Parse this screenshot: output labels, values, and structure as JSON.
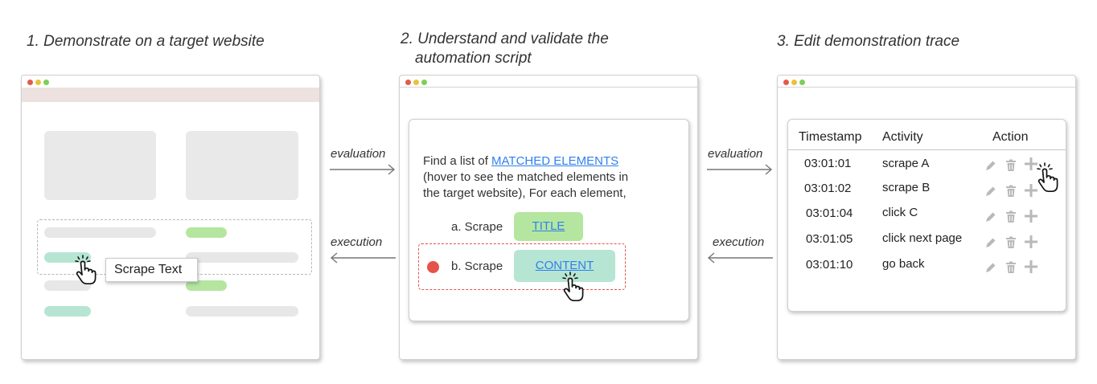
{
  "steps": {
    "step1": "1. Demonstrate on a target website",
    "step2_line1": "2. Understand and validate the",
    "step2_line2": "automation script",
    "step3": "3. Edit demonstration trace"
  },
  "arrows": {
    "evaluation": "evaluation",
    "execution": "execution"
  },
  "window_dots": [
    "#e25b4a",
    "#e8c33a",
    "#7dcf5a"
  ],
  "website": {
    "tooltip": "Scrape Text"
  },
  "script": {
    "intro_prefix": "Find a list of ",
    "intro_link": "MATCHED ELEMENTS",
    "intro_line2": "(hover to see the matched elements in",
    "intro_line3": "the target website), For each element,",
    "step_a_label": "a. Scrape",
    "step_a_value": "TITLE",
    "step_b_label": "b. Scrape",
    "step_b_value": "CONTENT"
  },
  "trace": {
    "headers": [
      "Timestamp",
      "Activity",
      "Action"
    ],
    "rows": [
      {
        "time": "03:01:01",
        "activity": "scrape A"
      },
      {
        "time": "03:01:02",
        "activity": "scrape B"
      },
      {
        "time": "03:01:04",
        "activity": "click C"
      },
      {
        "time": "03:01:05",
        "activity": "click next page"
      },
      {
        "time": "03:01:10",
        "activity": "go back"
      }
    ],
    "icons": [
      "pencil-icon",
      "trash-icon",
      "plus-icon"
    ]
  },
  "colors": {
    "green_pill": "#b5e6a0",
    "teal_pill": "#b6e5d3",
    "link_blue": "#2f80ed",
    "record_red": "#e5534b",
    "dashed_red": "#e5534b"
  }
}
